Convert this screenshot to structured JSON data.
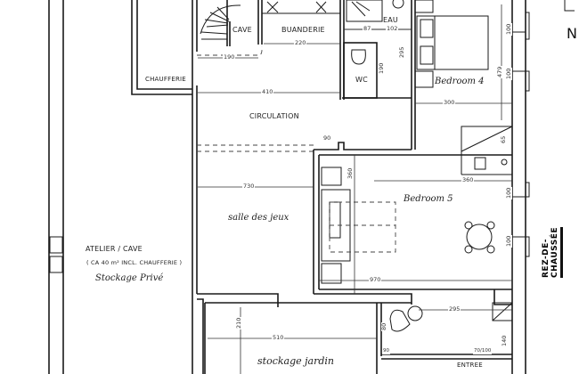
{
  "plan": {
    "title": "REZ-DE-CHAUSSÉE",
    "north_marker": "N",
    "rooms": {
      "cave": "CAVE",
      "buanderie": "BUANDERIE",
      "eau": "EAU",
      "wc": "WC",
      "chaufferie": "CHAUFFERIE",
      "circulation": "CIRCULATION",
      "bedroom4": "Bedroom 4",
      "bedroom5": "Bedroom 5",
      "salle_jeux": "salle des jeux",
      "atelier": "ATELIER / CAVE",
      "atelier_note": "( CA 40 m² INCL. CHAUFFERIE )",
      "stockage_prive": "Stockage Privé",
      "stockage_jardin": "stockage jardin",
      "entree": "ENTREE"
    },
    "dimensions": {
      "cave_width": "190",
      "buanderie_width": "220",
      "eau_a": "87",
      "eau_b": "102",
      "wc_height": "190",
      "eau_height": "295",
      "circulation_width": "410",
      "bedroom4_width": "300",
      "bedroom4_height": "479",
      "window_a": "100",
      "window_b": "100",
      "step": "90",
      "salle_width": "730",
      "bedroom5_depth": "360",
      "bedroom5_small": "65",
      "bedroom5_length": "970",
      "bed5_vert": "360",
      "window_c": "100",
      "window_d": "100",
      "garden_height": "210",
      "garden_width": "510",
      "entree_width": "295",
      "entree_a": "80",
      "entree_b": "140",
      "door_a": "90",
      "door_b": "70/100"
    }
  }
}
